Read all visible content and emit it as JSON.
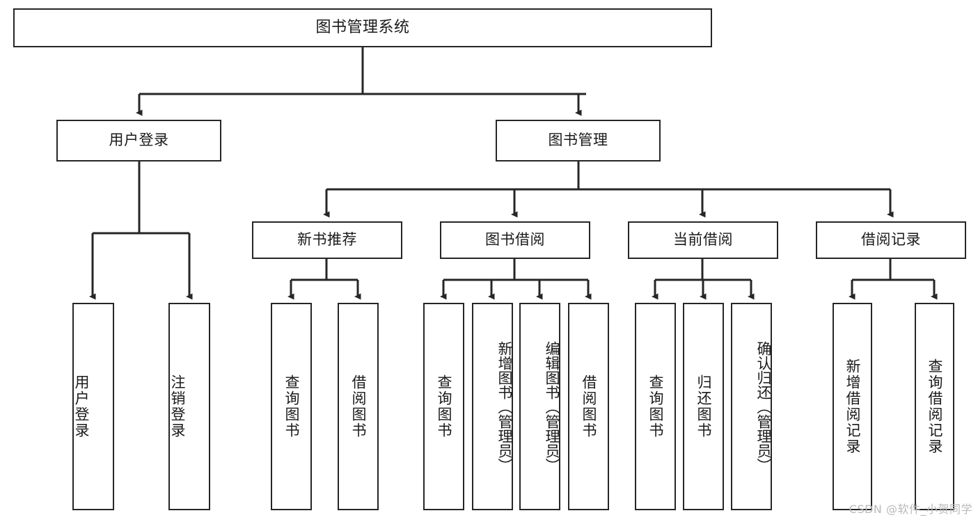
{
  "diagram": {
    "title": "图书管理系统",
    "type": "tree-hierarchy-diagram",
    "watermark": "CSDN @软件_小贺同学",
    "colors": {
      "background": "#ffffff",
      "box_border": "#262626",
      "box_fill": "#ffffff",
      "edge": "#262626",
      "text": "#1a1a1a",
      "watermark": "#b9b9b9"
    },
    "nodes": {
      "root": {
        "label": "图书管理系统"
      },
      "level1": [
        {
          "id": "user-login",
          "label": "用户登录"
        },
        {
          "id": "book-management",
          "label": "图书管理"
        }
      ],
      "level2": [
        {
          "id": "new-book-recommend",
          "label": "新书推荐"
        },
        {
          "id": "book-borrow",
          "label": "图书借阅"
        },
        {
          "id": "current-borrow",
          "label": "当前借阅"
        },
        {
          "id": "borrow-record",
          "label": "借阅记录"
        }
      ],
      "leaves": {
        "user-login": [
          {
            "id": "leaf-user-login",
            "label": "用户登录"
          },
          {
            "id": "leaf-logout-login",
            "label": "注销登录"
          }
        ],
        "new-book-recommend": [
          {
            "id": "leaf-query-book-1",
            "label": "查询图书"
          },
          {
            "id": "leaf-borrow-book-1",
            "label": "借阅图书"
          }
        ],
        "book-borrow": [
          {
            "id": "leaf-query-book-2",
            "label": "查询图书"
          },
          {
            "id": "leaf-add-book",
            "label": "新增图书（管理员）"
          },
          {
            "id": "leaf-edit-book",
            "label": "编辑图书（管理员）"
          },
          {
            "id": "leaf-borrow-book-2",
            "label": "借阅图书"
          }
        ],
        "current-borrow": [
          {
            "id": "leaf-query-book-3",
            "label": "查询图书"
          },
          {
            "id": "leaf-return-book",
            "label": "归还图书"
          },
          {
            "id": "leaf-confirm-return",
            "label": "确认归还（管理员）"
          }
        ],
        "borrow-record": [
          {
            "id": "leaf-add-record",
            "label": "新增借阅记录"
          },
          {
            "id": "leaf-query-record",
            "label": "查询借阅记录"
          }
        ]
      }
    }
  }
}
